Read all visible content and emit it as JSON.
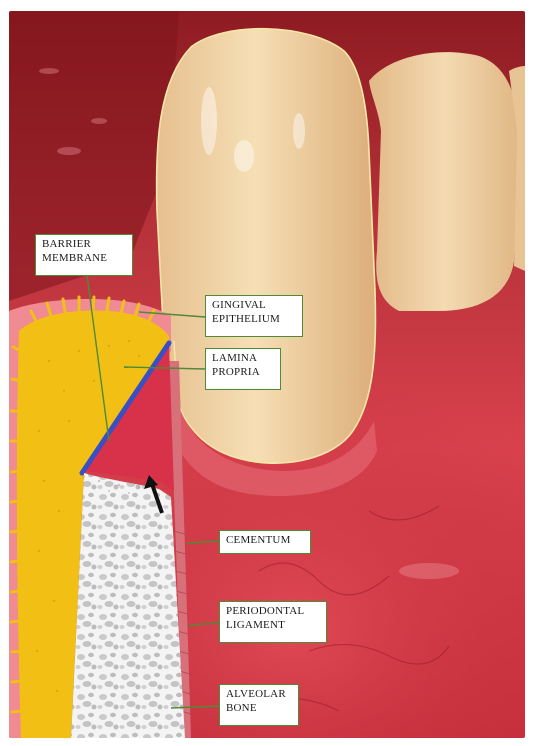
{
  "labels": {
    "barrier_membrane": "BARRIER\nMEMBRANE",
    "gingival_epithelium": "GINGIVAL\nEPITHELIUM",
    "lamina_propria": "LAMINA\nPROPRIA",
    "cementum": "CEMENTUM",
    "periodontal_ligament": "PERIODONTAL\nLIGAMENT",
    "alveolar_bone": "ALVEOLAR\nBONE"
  },
  "colors": {
    "gingiva": "#c8323e",
    "tooth": "#f2d6a8",
    "epithelium": "#f08a93",
    "lamina_propria": "#f2c014",
    "membrane": "#3a4fc4",
    "bone": "#f4f4f4",
    "leader_line": "#4f8a35"
  }
}
